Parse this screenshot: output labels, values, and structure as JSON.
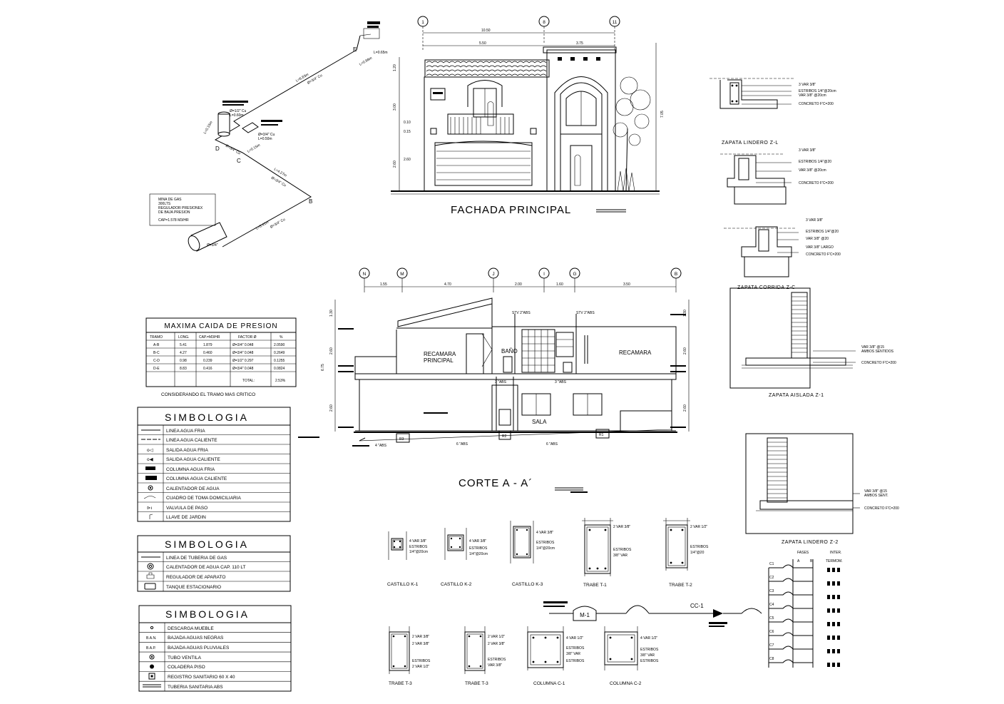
{
  "fachada": {
    "title": "FACHADA PRINCIPAL",
    "axes": [
      "1",
      "8",
      "11"
    ]
  },
  "gas_isometric": {
    "points": [
      "E",
      "D",
      "C",
      "B"
    ],
    "box_lines": [
      "MINA DE GAS",
      "300LTS",
      "REGULADOR PRESIONEX",
      "DE BAJA PRESION",
      "CAP=1.578 M3/HR"
    ]
  },
  "corte": {
    "title": "CORTE A - A´",
    "axes": [
      "N",
      "M",
      "J",
      "I",
      "G",
      "B"
    ],
    "rooms": {
      "recamara_principal_1": "RECAMARA",
      "recamara_principal_2": "PRINCIPAL",
      "bano": "BAÑO",
      "recamara": "RECAMARA",
      "sala": "SALA"
    },
    "vent_1": "STV 2\"ABS",
    "vent_2": "STV 2\"ABS",
    "pipe_1": "3 \"ABS",
    "pipe_2": "3 \"ABS",
    "pipe_3": "4 \"ABS",
    "pipe_4": "6 \"ABS",
    "registers": [
      "R3",
      "R2",
      "R1"
    ]
  },
  "pressure_table": {
    "title": "MAXIMA CAIDA DE PRESION",
    "headers": [
      "TRAMO",
      "LONG.",
      "CAP.=M3/HR",
      "FACTOR Ø",
      "%"
    ],
    "rows": [
      [
        "A-B",
        "5.41",
        "1.879",
        "Ø=3/4\" 0.048",
        "2.0590"
      ],
      [
        "B-C",
        "4.27",
        "0.460",
        "Ø=3/4\" 0.048",
        "0.2649"
      ],
      [
        "C-D",
        "0.98",
        "0.239",
        "Ø=1/2\" 0.297",
        "0.1255"
      ],
      [
        "D-E",
        "8.83",
        "0.416",
        "Ø=3/4\" 0.048",
        "0.0824"
      ]
    ],
    "total_label": "TOTAL:",
    "total_value": "2.53%",
    "note": "CONSIDERANDO EL TRAMO MAS CRITICO"
  },
  "simbologia_agua": {
    "title": "SIMBOLOGIA",
    "items": [
      "LINEA AGUA FRIA",
      "LINEA AGUA CALIENTE",
      "SALIDA AGUA FRIA",
      "SALIDA AGUA CALIENTE",
      "COLUMNA AGUA FRIA",
      "COLUMNA AGUA CALIENTE",
      "CALENTADOR DE AGUA",
      "CUADRO DE TOMA DOMICILIARIA",
      "VALVULA DE PASO",
      "LLAVE DE JARDIN"
    ]
  },
  "simbologia_gas": {
    "title": "SIMBOLOGIA",
    "items": [
      "LINEA DE TUBERIA DE GAS",
      "CALENTADOR DE AGUA CAP. 110 LT",
      "REGULADOR DE APARATO",
      "TANQUE ESTACIONARIO"
    ]
  },
  "simbologia_sanitaria": {
    "title": "SIMBOLOGIA",
    "abbr": [
      "",
      "B.A.N.",
      "B.A.P.",
      "",
      "",
      "",
      ""
    ],
    "items": [
      "DESCARGA MUEBLE",
      "BAJADA AGUAS NEGRAS",
      "BAJADA AGUAS PLUVIALES",
      "TUBO VENTILA",
      "COLADERA PISO",
      "REGISTRO SANITARIO 60 X 40",
      "TUBERIA SANITARIA ABS"
    ]
  },
  "zapatas": {
    "zl": "ZAPATA LINDERO Z-L",
    "zc": "ZAPATA CORRIDA Z-C",
    "z1": "ZAPATA AISLADA Z-1",
    "z2": "ZAPATA LINDERO Z-2"
  },
  "secciones": {
    "k1": "CASTILLO K-1",
    "k2": "CASTILLO K-2",
    "k3": "CASTILLO K-3",
    "t1": "TRABE T-1",
    "t2": "TRABE T-2",
    "t3a": "TRABE T-3",
    "t3b": "TRABE T-3",
    "c1": "COLUMNA C-1",
    "c2": "COLUMNA C-2"
  },
  "electrico": {
    "meter": "M-1",
    "breaker": "CC-1",
    "fases": "FASES",
    "fase_a": "A",
    "fase_b": "B",
    "inter": "INTER.",
    "termo": "TERMOM.",
    "circuits": [
      "C1",
      "C2",
      "C3",
      "C4",
      "C5",
      "C6",
      "C7",
      "C8"
    ]
  },
  "colors": {
    "line": "#000000",
    "background": "#ffffff"
  }
}
